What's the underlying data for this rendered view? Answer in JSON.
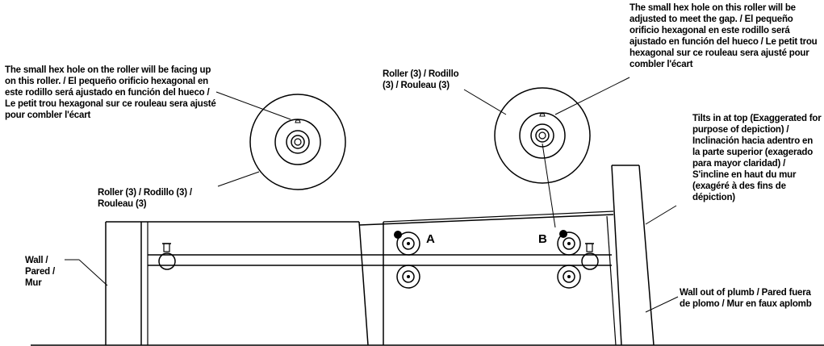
{
  "labels": {
    "hex_left": "The small hex hole on the roller will be facing up on this roller. / El pequeño orificio hexagonal en este rodillo será ajustado en función del hueco / Le petit trou hexagonal sur ce rouleau sera ajusté pour combler l'écart",
    "hex_right": "The small hex hole on this roller will be adjusted to meet the gap. / El pequeño orificio hexagonal en este rodillo será ajustado en función del hueco / Le petit trou hexagonal sur ce rouleau sera ajusté pour combler l'écart",
    "roller_left": "Roller (3) / Rodillo (3) / Rouleau (3)",
    "roller_right": "Roller (3) / Rodillo (3) / Rouleau (3)",
    "tilts": "Tilts in at top (Exaggerated for purpose of depiction) / Inclinación hacia adentro en la parte superior (exagerado para mayor claridad) / S'incline en haut du mur (exagéré à des fins de dépiction)",
    "wall": "Wall / Pared / Mur",
    "wall_plumb": "Wall out of plumb / Pared fuera de plomo / Mur en faux aplomb",
    "point_a": "A",
    "point_b": "B"
  }
}
